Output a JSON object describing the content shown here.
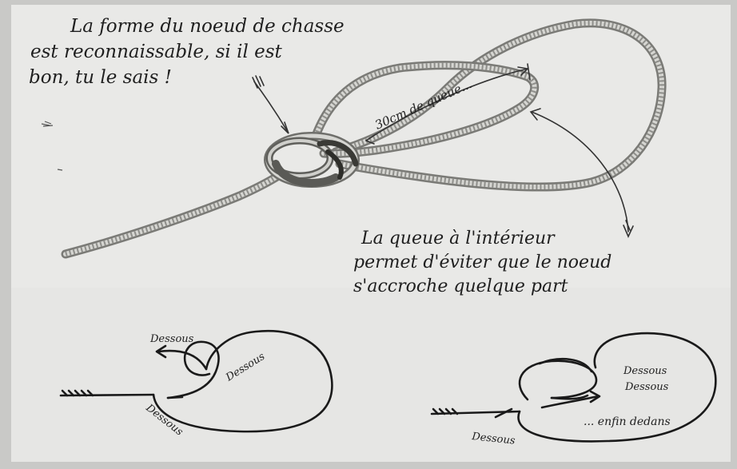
{
  "annotations": {
    "top_left": [
      "La forme du noeud de chasse",
      "est reconnaissable, si il est",
      "bon, tu le sais !"
    ],
    "tail_length": "30cm de queue...",
    "right_note": [
      "La queue à l'intérieur",
      "permet d'éviter que le noeud",
      "s'accroche quelque part"
    ]
  },
  "diagram_left": {
    "label_top": "Dessous",
    "label_inner": "Dessous",
    "label_bottom": "Dessous"
  },
  "diagram_right": {
    "label_top": "Dessous",
    "label_second": "Dessous",
    "label_inside": "... enfin dedans",
    "label_bottom": "Dessous"
  },
  "colors": {
    "paper": "#e8e8e6",
    "ink": "#1a1a1a",
    "pencil": "#7a7a76"
  }
}
